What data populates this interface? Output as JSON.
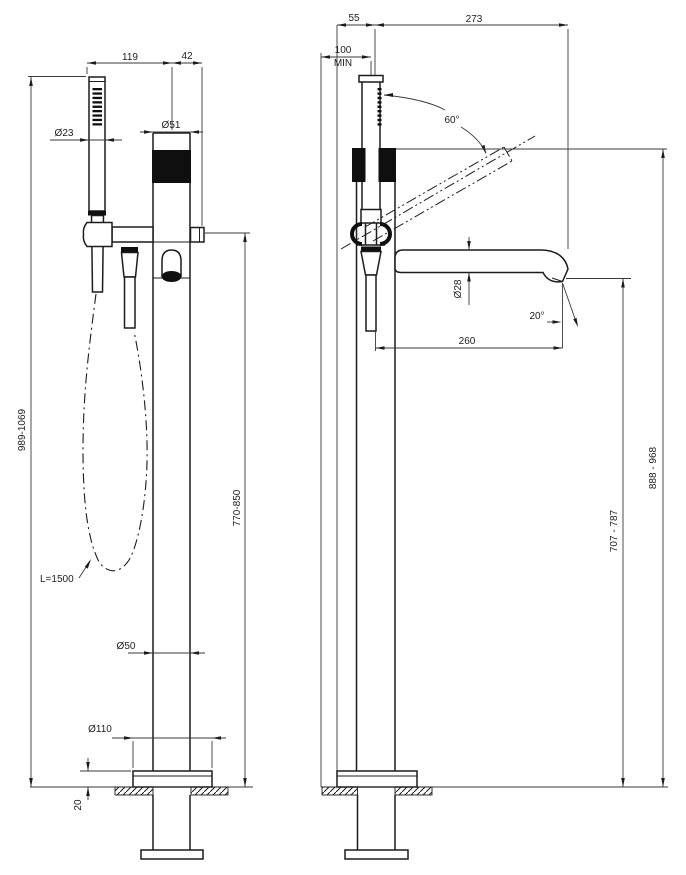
{
  "drawing": {
    "type": "technical dimensional drawing",
    "subject": "freestanding floor-mounted bath mixer with hand shower and spout, front and side elevation views"
  },
  "dimensions": {
    "hand_shower_offset": "119",
    "knob_offset": "42",
    "hand_shower_diameter": "Ø23",
    "column_diameter": "Ø51",
    "total_height_range": "989-1069",
    "body_height_range": "770-850",
    "hose_length": "L=1500",
    "lower_column_diameter": "Ø50",
    "base_plate_diameter": "Ø110",
    "base_plate_height": "20",
    "base_offset": "55",
    "wall_clearance": "100",
    "wall_clearance_qualifier": "MIN",
    "overall_reach": "273",
    "hand_shower_tilt_angle": "60°",
    "spout_diameter": "Ø28",
    "stream_angle": "20°",
    "spout_reach": "260",
    "spout_outlet_height_range": "707 - 787",
    "hand_shower_outlet_height_range": "888 - 968"
  },
  "colors": {
    "line": "#1c1c1c",
    "dimension_line": "#3a3a3a",
    "dark_fill": "#0f0f0f",
    "background": "#ffffff"
  }
}
